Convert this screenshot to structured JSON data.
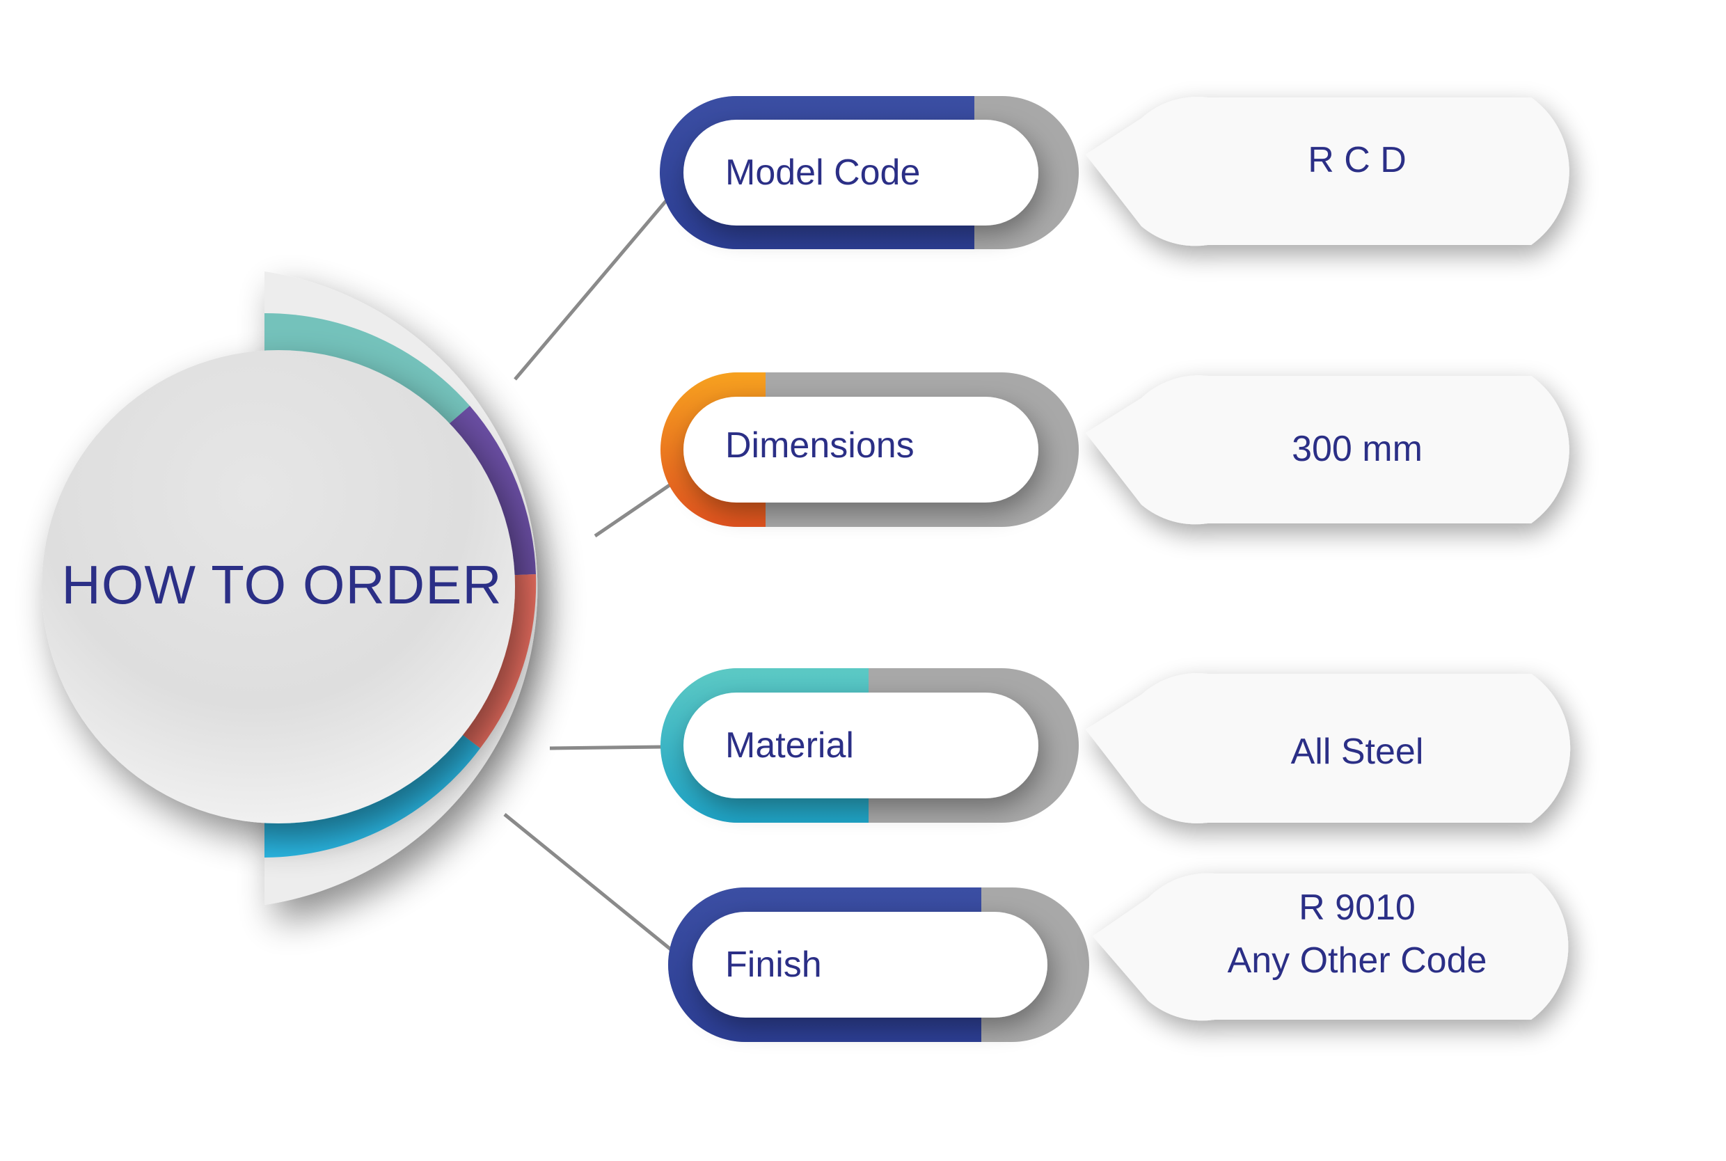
{
  "title": "HOW TO ORDER",
  "colors": {
    "text": "#2b2f86",
    "connector": "#8a8a8a",
    "ring_teal": "#74c2bb",
    "ring_purple": "#6a4ea3",
    "ring_coral": "#ee7062",
    "ring_cyan": "#2bbbe8",
    "pill_blue": "#344a9f",
    "pill_orange": "#f08a1e",
    "pill_teal": "#3fbcc3",
    "pill_grey": "#a8a8a8"
  },
  "rows": [
    {
      "label": "Model Code",
      "value_lines": [
        "R C D"
      ],
      "accent": "pill_blue"
    },
    {
      "label": "Dimensions",
      "value_lines": [
        "300 mm"
      ],
      "accent": "pill_orange"
    },
    {
      "label": "Material",
      "value_lines": [
        "All Steel"
      ],
      "accent": "pill_teal"
    },
    {
      "label": "Finish",
      "value_lines": [
        "R 9010",
        "Any Other Code"
      ],
      "accent": "pill_blue"
    }
  ]
}
